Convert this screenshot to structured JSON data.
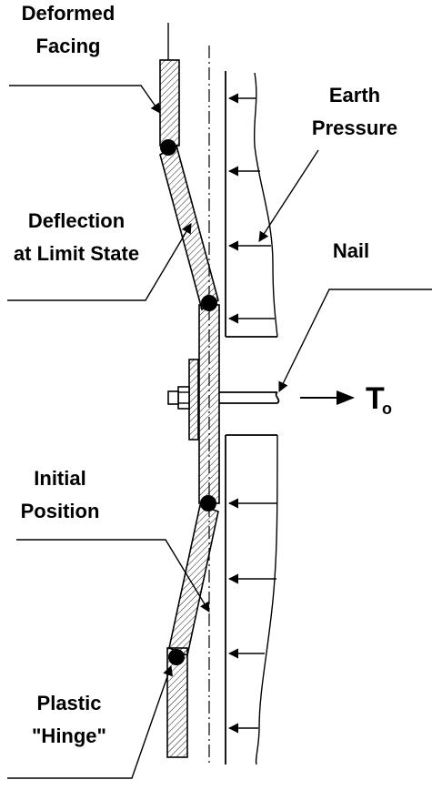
{
  "labels": {
    "deformed_facing": [
      "Deformed",
      "Facing"
    ],
    "earth_pressure": [
      "Earth",
      "Pressure"
    ],
    "deflection": [
      "Deflection",
      "at Limit State"
    ],
    "nail": "Nail",
    "force_symbol": "T",
    "force_subscript": "o",
    "initial_position": [
      "Initial",
      "Position"
    ],
    "plastic_hinge": [
      "Plastic",
      "\"Hinge\""
    ]
  }
}
